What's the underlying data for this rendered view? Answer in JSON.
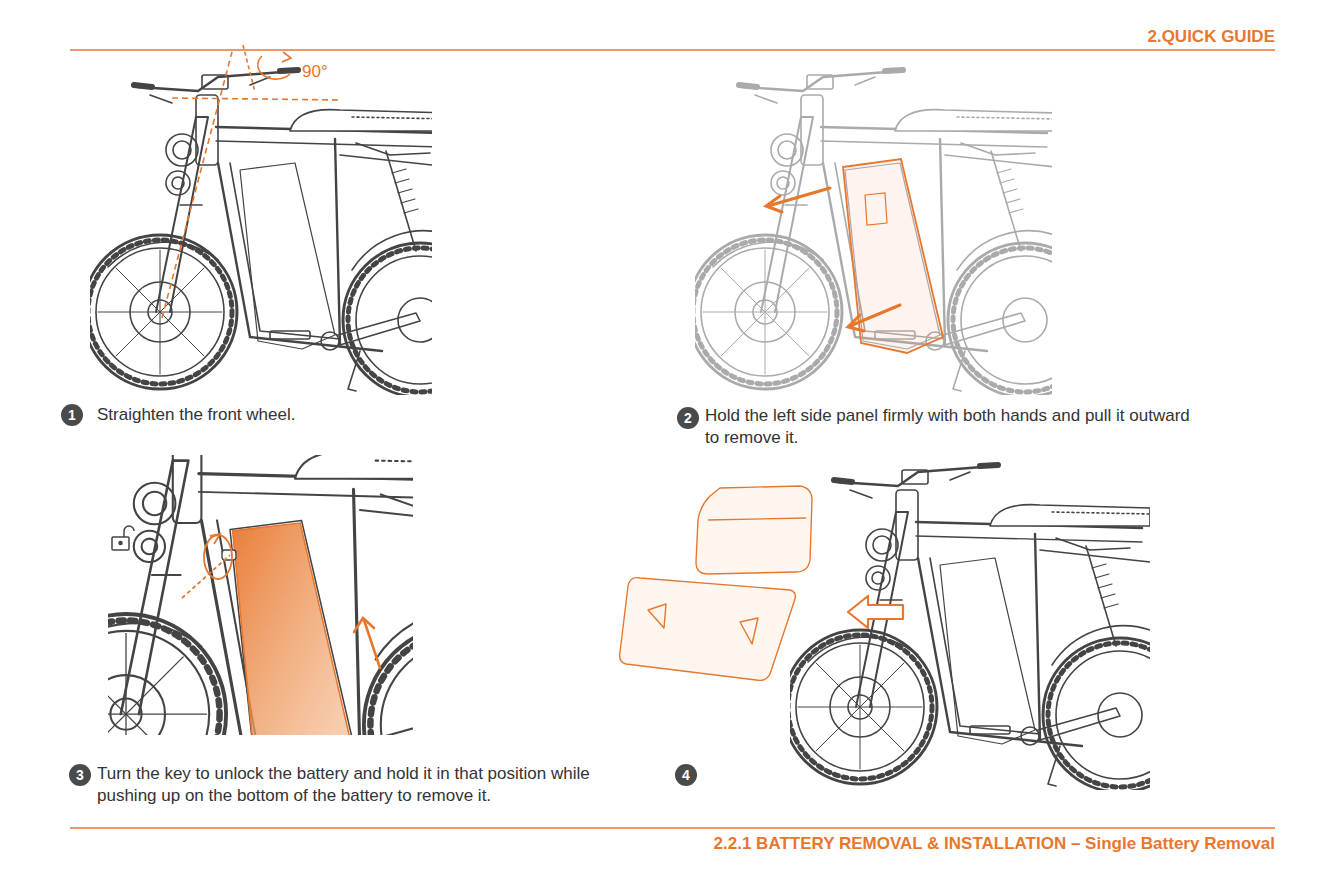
{
  "diagram": {
    "title": "2.QUICK GUIDE",
    "caption": "2.2.1 BATTERY REMOVAL & INSTALLATION – Single Battery Removal",
    "nodes": [
      {
        "text": [
          "1"
        ]
      },
      {
        "text": [
          "2"
        ]
      },
      {
        "text": [
          "3"
        ]
      },
      {
        "text": [
          "4"
        ]
      }
    ],
    "labels": [
      "90°",
      "Straighten the front wheel.",
      "Hold the left side panel firmly with both hands and pull it outward to remove it.",
      "Turn the key to unlock the battery and hold it in that position while pushing up on the bottom of the battery to remove it."
    ]
  }
}
